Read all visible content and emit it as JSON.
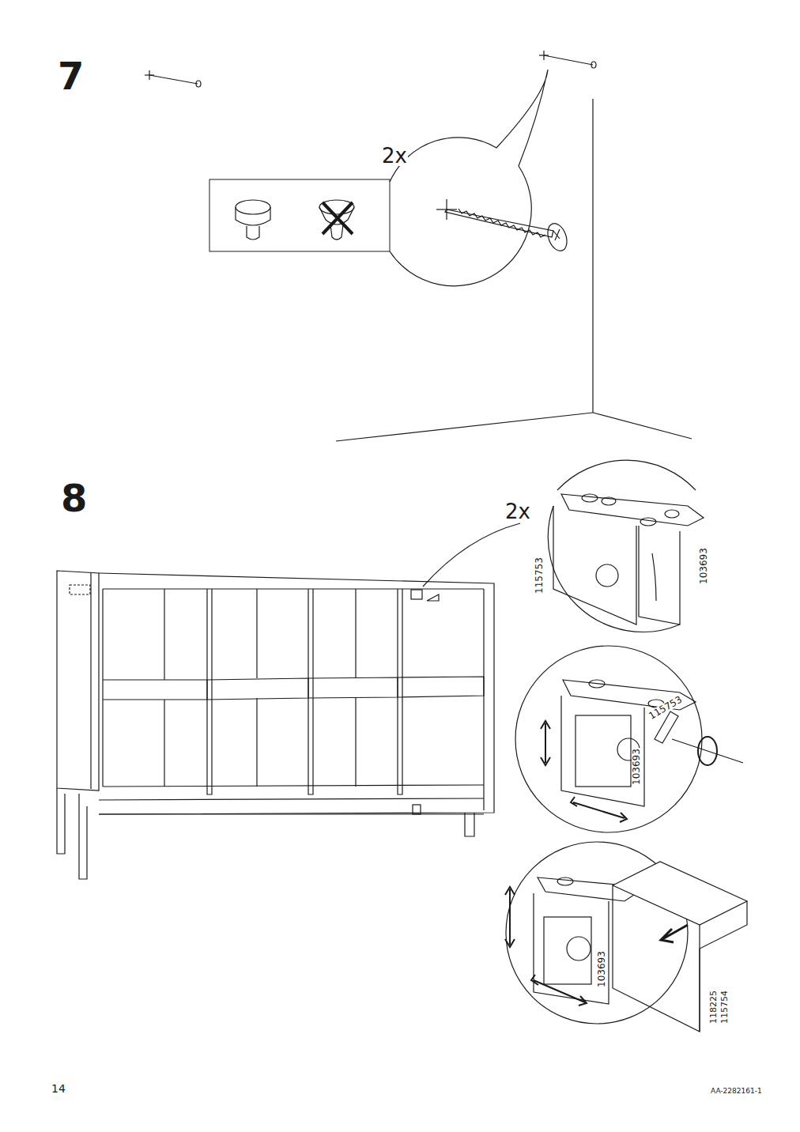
{
  "diagram": {
    "labels": [
      "7",
      "2x",
      "8",
      "2x",
      "115753",
      "103693",
      "115753",
      "103693",
      "103693",
      "118225",
      "115754",
      "14",
      "AA-2282161-1"
    ]
  }
}
